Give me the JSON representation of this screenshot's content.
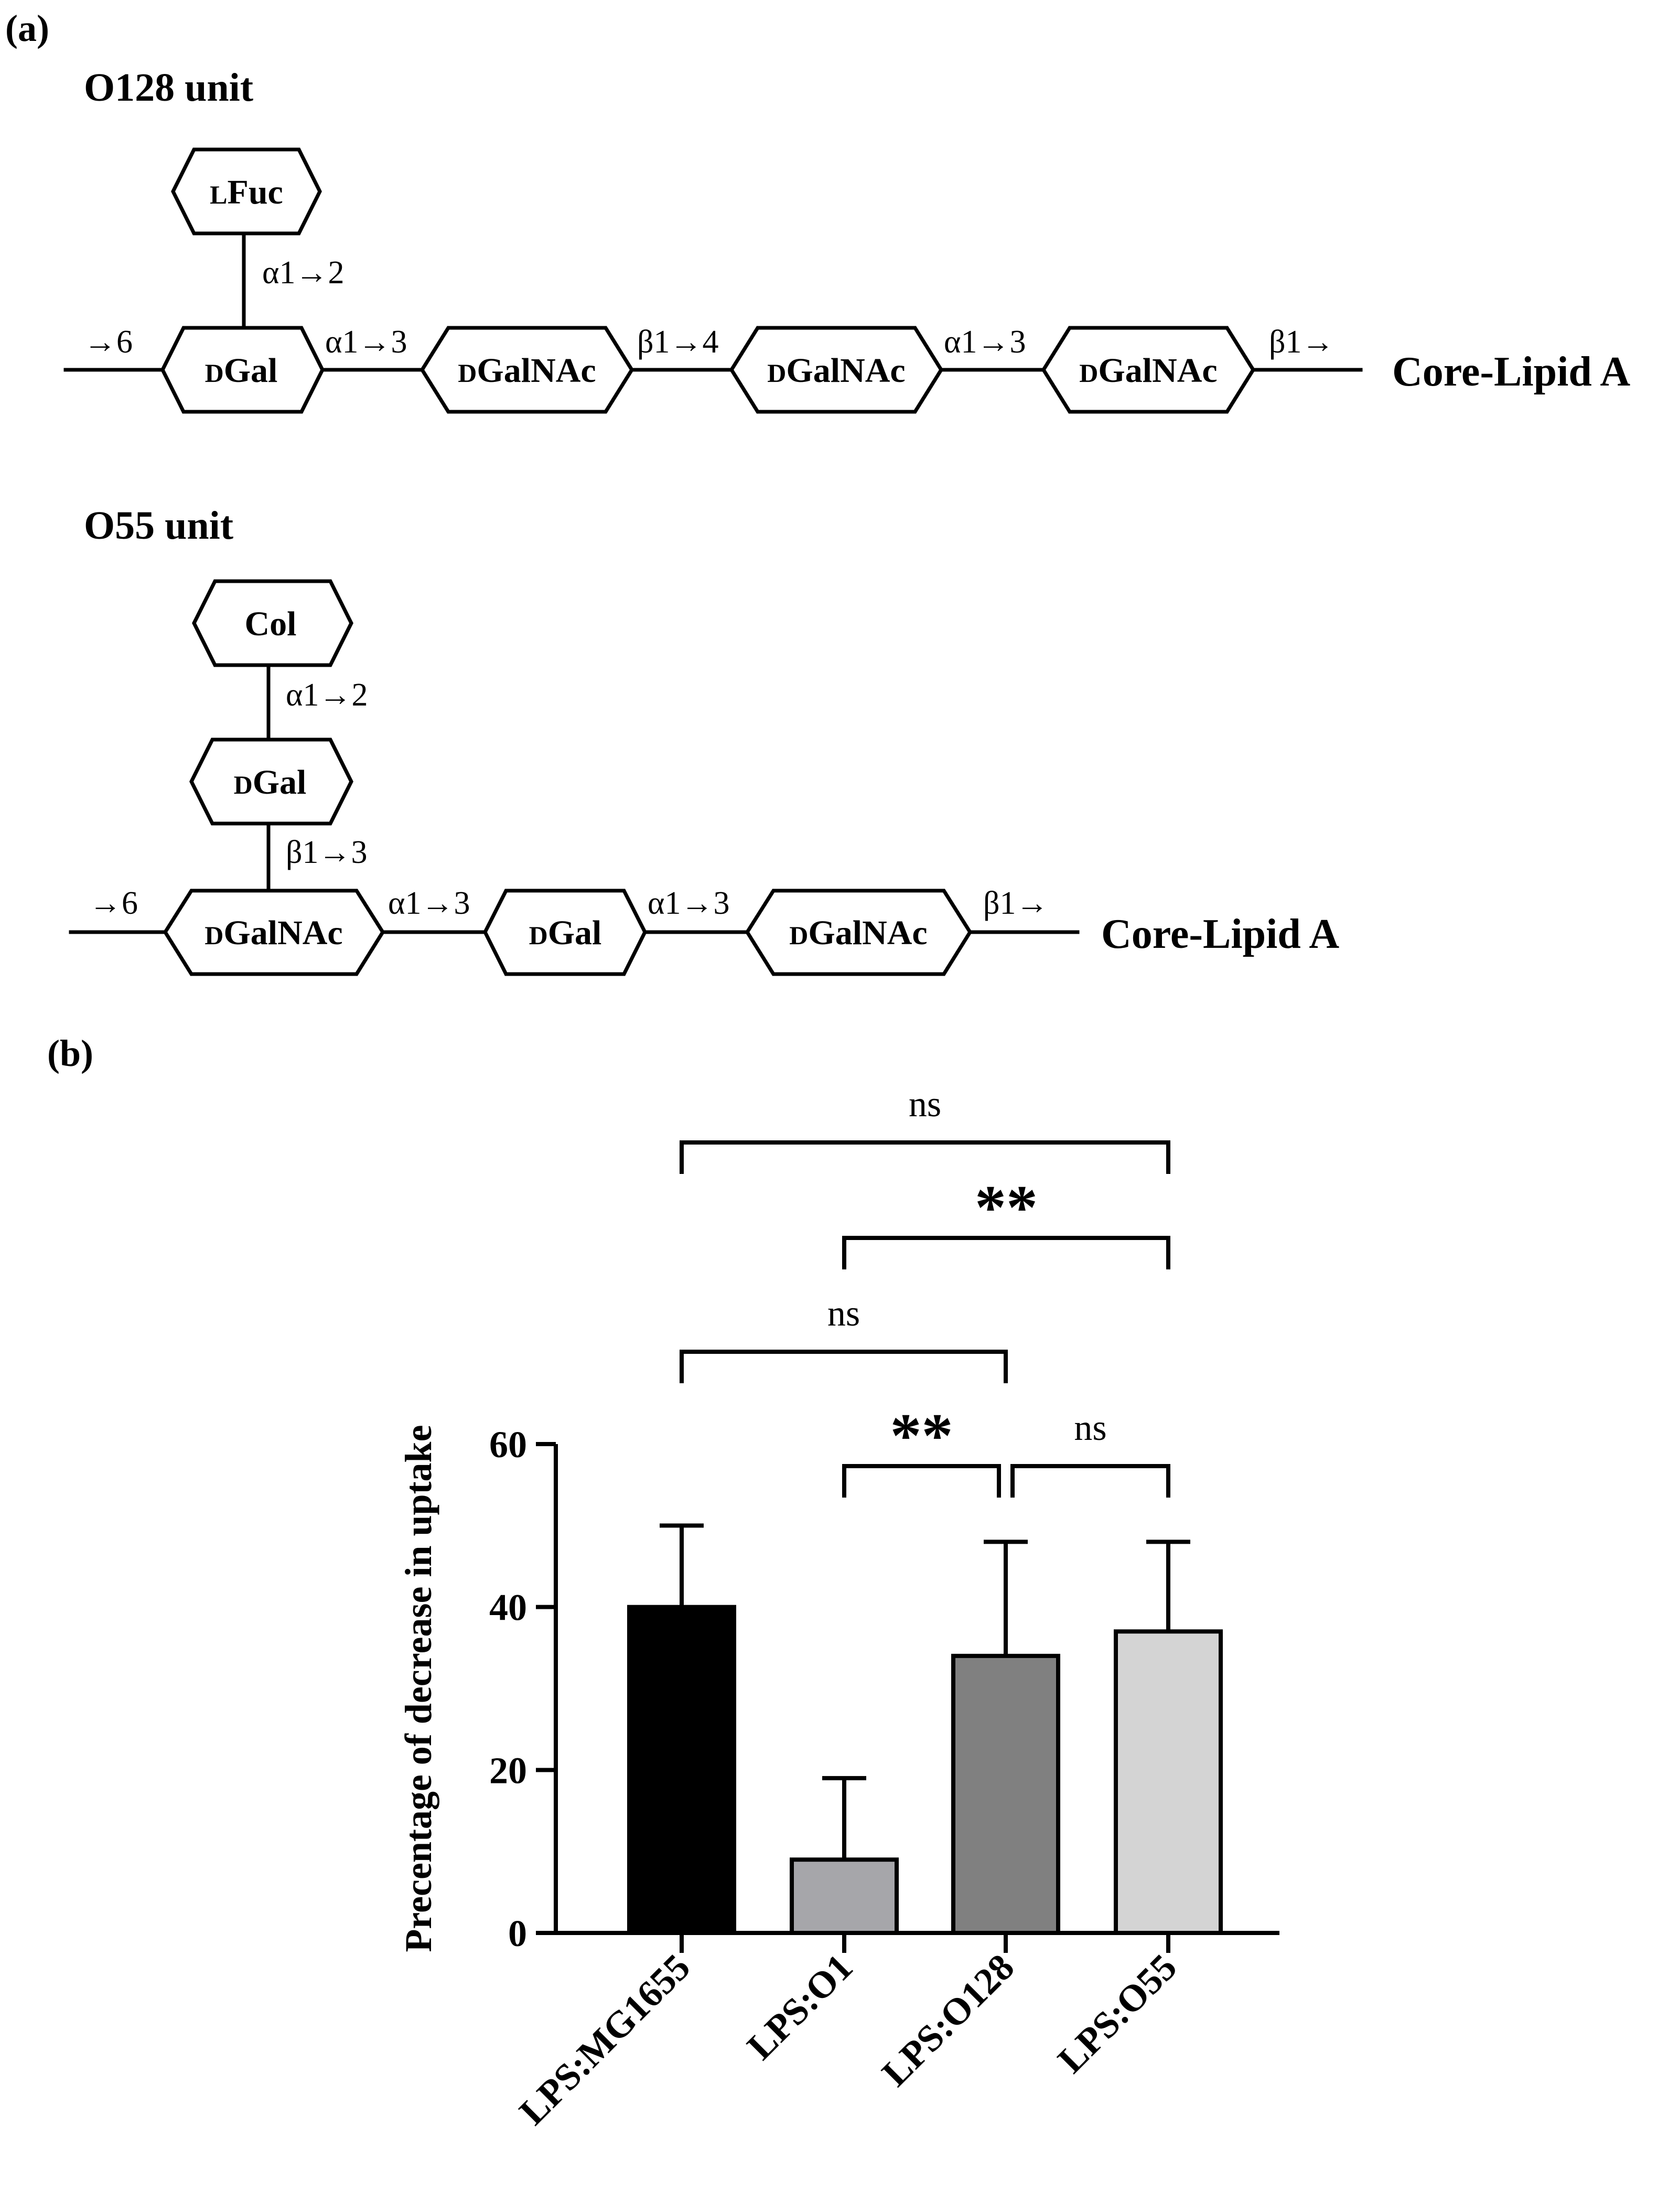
{
  "panel_a": {
    "label": "(a)",
    "o128": {
      "title": "O128 unit",
      "branch_sugar": {
        "prefix": "L",
        "name": "Fuc"
      },
      "branch_link": "α1→2",
      "start_link": "→6",
      "backbone": [
        {
          "prefix": "D",
          "name": "Gal"
        },
        {
          "prefix": "D",
          "name": "GalNAc"
        },
        {
          "prefix": "D",
          "name": "GalNAc"
        },
        {
          "prefix": "D",
          "name": "GalNAc"
        }
      ],
      "links": [
        "α1→3",
        "β1→4",
        "α1→3"
      ],
      "end_link": "β1→",
      "anchor": "Core-Lipid A"
    },
    "o55": {
      "title": "O55 unit",
      "branch_top": {
        "prefix": "",
        "name": "Col"
      },
      "branch_top_link": "α1→2",
      "branch_mid": {
        "prefix": "D",
        "name": "Gal"
      },
      "branch_mid_link": "β1→3",
      "start_link": "→6",
      "backbone": [
        {
          "prefix": "D",
          "name": "GalNAc"
        },
        {
          "prefix": "D",
          "name": "Gal"
        },
        {
          "prefix": "D",
          "name": "GalNAc"
        }
      ],
      "links": [
        "α1→3",
        "α1→3"
      ],
      "end_link": "β1→",
      "anchor": "Core-Lipid A"
    }
  },
  "panel_b": {
    "label": "(b)",
    "chart_data": {
      "type": "bar",
      "categories": [
        "LPS:MG1655",
        "LPS:O1",
        "LPS:O128",
        "LPS:O55"
      ],
      "values": [
        40,
        9,
        34,
        37
      ],
      "errors": [
        10,
        10,
        14,
        11
      ],
      "ylabel": "Precentage of decrease in uptake",
      "ylim": [
        0,
        60
      ],
      "yticks": [
        0,
        20,
        40,
        60
      ],
      "grid": false,
      "colors": [
        "#000000",
        "#a6a6aa",
        "#808080",
        "#d4d4d4"
      ],
      "significance": [
        {
          "from": 1,
          "to": 2,
          "label": "**"
        },
        {
          "from": 2,
          "to": 3,
          "label": "ns"
        },
        {
          "from": 0,
          "to": 2,
          "label": "ns"
        },
        {
          "from": 1,
          "to": 3,
          "label": "**"
        },
        {
          "from": 0,
          "to": 3,
          "label": "ns"
        }
      ]
    }
  }
}
